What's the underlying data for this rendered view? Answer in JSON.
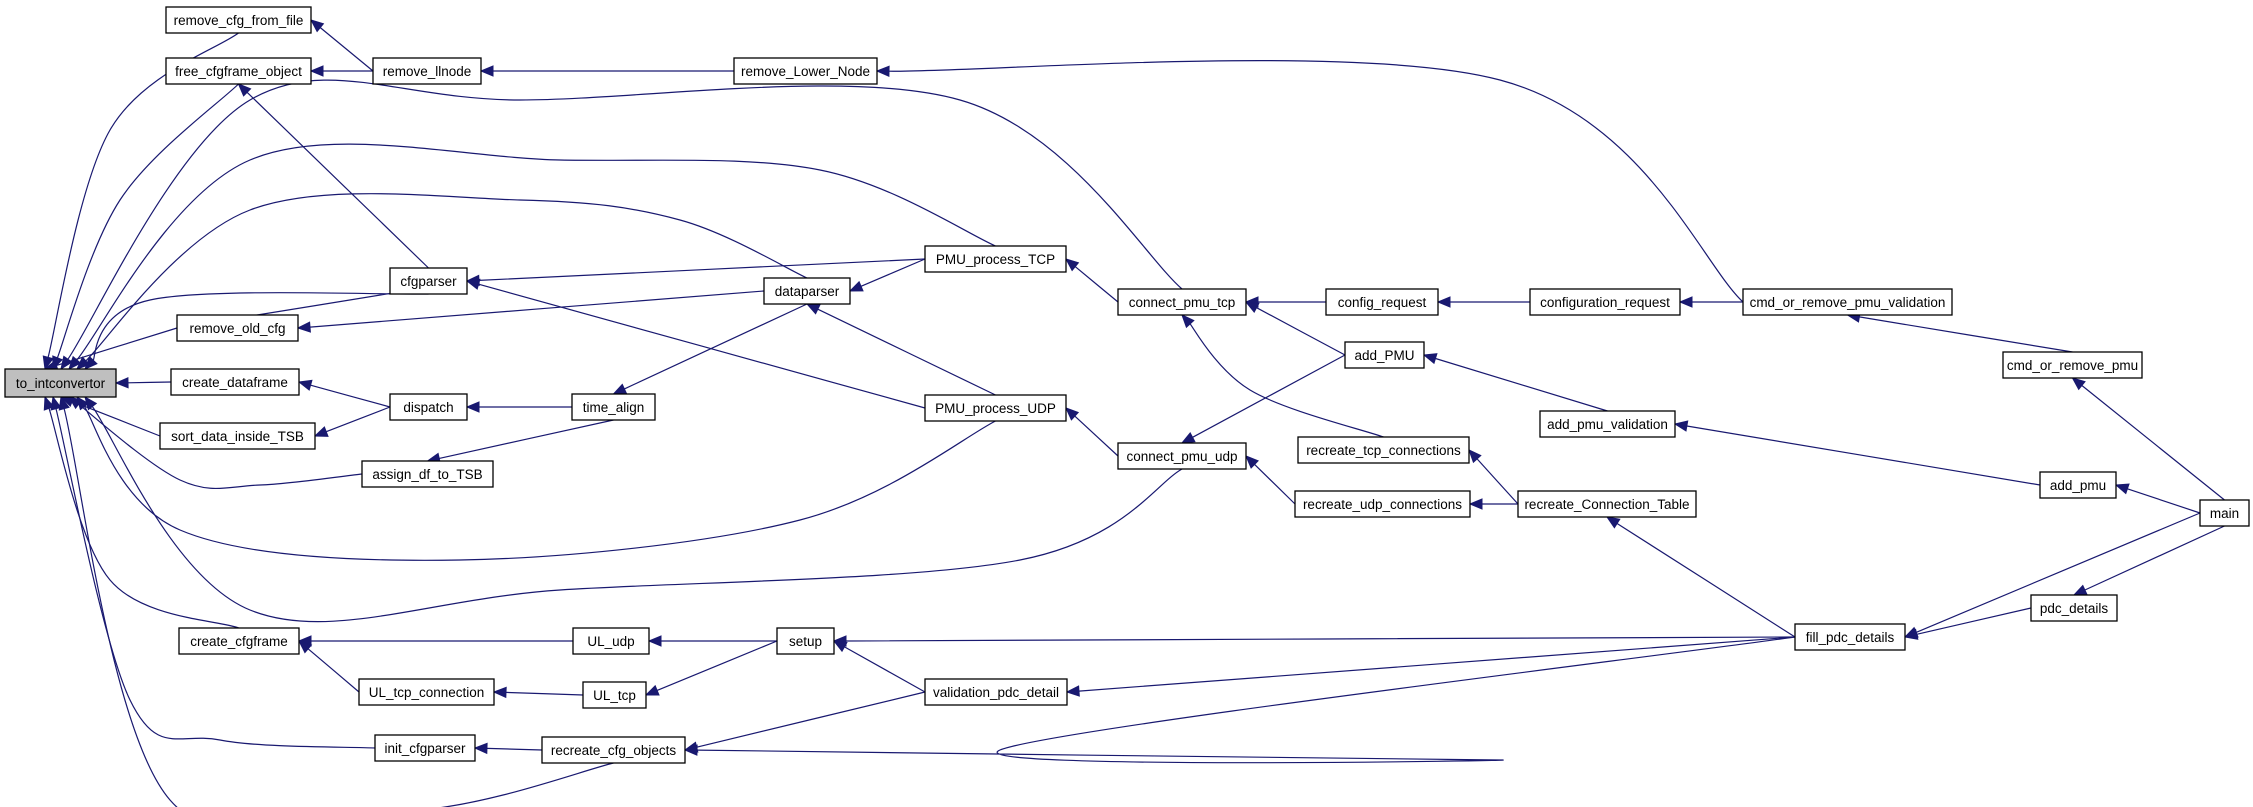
{
  "graph": {
    "edge_color": "#191970",
    "root_fill": "#bfbfbf",
    "nodes": [
      {
        "id": "to_intconvertor",
        "label": "to_intconvertor"
      },
      {
        "id": "remove_cfg_from_file",
        "label": "remove_cfg_from_file"
      },
      {
        "id": "free_cfgframe_object",
        "label": "free_cfgframe_object"
      },
      {
        "id": "remove_llnode",
        "label": "remove_llnode"
      },
      {
        "id": "remove_Lower_Node",
        "label": "remove_Lower_Node"
      },
      {
        "id": "cfgparser",
        "label": "cfgparser"
      },
      {
        "id": "remove_old_cfg",
        "label": "remove_old_cfg"
      },
      {
        "id": "create_dataframe",
        "label": "create_dataframe"
      },
      {
        "id": "sort_data_inside_TSB",
        "label": "sort_data_inside_TSB"
      },
      {
        "id": "dispatch",
        "label": "dispatch"
      },
      {
        "id": "assign_df_to_TSB",
        "label": "assign_df_to_TSB"
      },
      {
        "id": "time_align",
        "label": "time_align"
      },
      {
        "id": "dataparser",
        "label": "dataparser"
      },
      {
        "id": "PMU_process_TCP",
        "label": "PMU_process_TCP"
      },
      {
        "id": "PMU_process_UDP",
        "label": "PMU_process_UDP"
      },
      {
        "id": "connect_pmu_tcp",
        "label": "connect_pmu_tcp"
      },
      {
        "id": "connect_pmu_udp",
        "label": "connect_pmu_udp"
      },
      {
        "id": "config_request",
        "label": "config_request"
      },
      {
        "id": "configuration_request",
        "label": "configuration_request"
      },
      {
        "id": "cmd_or_remove_pmu_validation",
        "label": "cmd_or_remove_pmu_validation"
      },
      {
        "id": "cmd_or_remove_pmu",
        "label": "cmd_or_remove_pmu"
      },
      {
        "id": "add_PMU",
        "label": "add_PMU"
      },
      {
        "id": "add_pmu_validation",
        "label": "add_pmu_validation"
      },
      {
        "id": "add_pmu",
        "label": "add_pmu"
      },
      {
        "id": "recreate_tcp_connections",
        "label": "recreate_tcp_connections"
      },
      {
        "id": "recreate_udp_connections",
        "label": "recreate_udp_connections"
      },
      {
        "id": "recreate_Connection_Table",
        "label": "recreate_Connection_Table"
      },
      {
        "id": "main",
        "label": "main"
      },
      {
        "id": "pdc_details",
        "label": "pdc_details"
      },
      {
        "id": "fill_pdc_details",
        "label": "fill_pdc_details"
      },
      {
        "id": "create_cfgframe",
        "label": "create_cfgframe"
      },
      {
        "id": "UL_udp",
        "label": "UL_udp"
      },
      {
        "id": "setup",
        "label": "setup"
      },
      {
        "id": "UL_tcp_connection",
        "label": "UL_tcp_connection"
      },
      {
        "id": "UL_tcp",
        "label": "UL_tcp"
      },
      {
        "id": "validation_pdc_detail",
        "label": "validation_pdc_detail"
      },
      {
        "id": "init_cfgparser",
        "label": "init_cfgparser"
      },
      {
        "id": "recreate_cfg_objects",
        "label": "recreate_cfg_objects"
      }
    ],
    "edges": [
      {
        "from": "remove_cfg_from_file",
        "to": "to_intconvertor"
      },
      {
        "from": "free_cfgframe_object",
        "to": "to_intconvertor"
      },
      {
        "from": "connect_pmu_tcp",
        "to": "to_intconvertor"
      },
      {
        "from": "PMU_process_TCP",
        "to": "to_intconvertor"
      },
      {
        "from": "dataparser",
        "to": "to_intconvertor"
      },
      {
        "from": "cfgparser",
        "to": "to_intconvertor"
      },
      {
        "from": "remove_old_cfg",
        "to": "to_intconvertor"
      },
      {
        "from": "create_dataframe",
        "to": "to_intconvertor"
      },
      {
        "from": "sort_data_inside_TSB",
        "to": "to_intconvertor"
      },
      {
        "from": "assign_df_to_TSB",
        "to": "to_intconvertor"
      },
      {
        "from": "PMU_process_UDP",
        "to": "to_intconvertor"
      },
      {
        "from": "connect_pmu_udp",
        "to": "to_intconvertor"
      },
      {
        "from": "create_cfgframe",
        "to": "to_intconvertor"
      },
      {
        "from": "init_cfgparser",
        "to": "to_intconvertor"
      },
      {
        "from": "recreate_cfg_objects",
        "to": "to_intconvertor"
      },
      {
        "from": "remove_llnode",
        "to": "remove_cfg_from_file"
      },
      {
        "from": "remove_llnode",
        "to": "free_cfgframe_object"
      },
      {
        "from": "cfgparser",
        "to": "free_cfgframe_object"
      },
      {
        "from": "remove_Lower_Node",
        "to": "remove_llnode"
      },
      {
        "from": "cmd_or_remove_pmu_validation",
        "to": "remove_Lower_Node"
      },
      {
        "from": "remove_old_cfg",
        "to": "cfgparser"
      },
      {
        "from": "PMU_process_TCP",
        "to": "cfgparser"
      },
      {
        "from": "PMU_process_UDP",
        "to": "cfgparser"
      },
      {
        "from": "dataparser",
        "to": "remove_old_cfg"
      },
      {
        "from": "dispatch",
        "to": "create_dataframe"
      },
      {
        "from": "dispatch",
        "to": "sort_data_inside_TSB"
      },
      {
        "from": "time_align",
        "to": "dispatch"
      },
      {
        "from": "time_align",
        "to": "assign_df_to_TSB"
      },
      {
        "from": "dataparser",
        "to": "time_align"
      },
      {
        "from": "PMU_process_TCP",
        "to": "dataparser"
      },
      {
        "from": "PMU_process_UDP",
        "to": "dataparser"
      },
      {
        "from": "connect_pmu_tcp",
        "to": "PMU_process_TCP"
      },
      {
        "from": "connect_pmu_udp",
        "to": "PMU_process_UDP"
      },
      {
        "from": "config_request",
        "to": "connect_pmu_tcp"
      },
      {
        "from": "add_PMU",
        "to": "connect_pmu_tcp"
      },
      {
        "from": "recreate_tcp_connections",
        "to": "connect_pmu_tcp"
      },
      {
        "from": "add_PMU",
        "to": "connect_pmu_udp"
      },
      {
        "from": "recreate_udp_connections",
        "to": "connect_pmu_udp"
      },
      {
        "from": "configuration_request",
        "to": "config_request"
      },
      {
        "from": "cmd_or_remove_pmu_validation",
        "to": "configuration_request"
      },
      {
        "from": "cmd_or_remove_pmu",
        "to": "cmd_or_remove_pmu_validation"
      },
      {
        "from": "main",
        "to": "cmd_or_remove_pmu"
      },
      {
        "from": "add_pmu_validation",
        "to": "add_PMU"
      },
      {
        "from": "add_pmu",
        "to": "add_pmu_validation"
      },
      {
        "from": "main",
        "to": "add_pmu"
      },
      {
        "from": "recreate_Connection_Table",
        "to": "recreate_tcp_connections"
      },
      {
        "from": "recreate_Connection_Table",
        "to": "recreate_udp_connections"
      },
      {
        "from": "fill_pdc_details",
        "to": "recreate_Connection_Table"
      },
      {
        "from": "main",
        "to": "fill_pdc_details"
      },
      {
        "from": "pdc_details",
        "to": "fill_pdc_details"
      },
      {
        "from": "main",
        "to": "pdc_details"
      },
      {
        "from": "UL_udp",
        "to": "create_cfgframe"
      },
      {
        "from": "UL_tcp_connection",
        "to": "create_cfgframe"
      },
      {
        "from": "setup",
        "to": "UL_udp"
      },
      {
        "from": "UL_tcp",
        "to": "UL_tcp_connection"
      },
      {
        "from": "setup",
        "to": "UL_tcp"
      },
      {
        "from": "fill_pdc_details",
        "to": "setup"
      },
      {
        "from": "validation_pdc_detail",
        "to": "setup"
      },
      {
        "from": "fill_pdc_details",
        "to": "validation_pdc_detail"
      },
      {
        "from": "recreate_cfg_objects",
        "to": "init_cfgparser"
      },
      {
        "from": "validation_pdc_detail",
        "to": "recreate_cfg_objects"
      },
      {
        "from": "fill_pdc_details",
        "to": "recreate_cfg_objects"
      }
    ]
  }
}
